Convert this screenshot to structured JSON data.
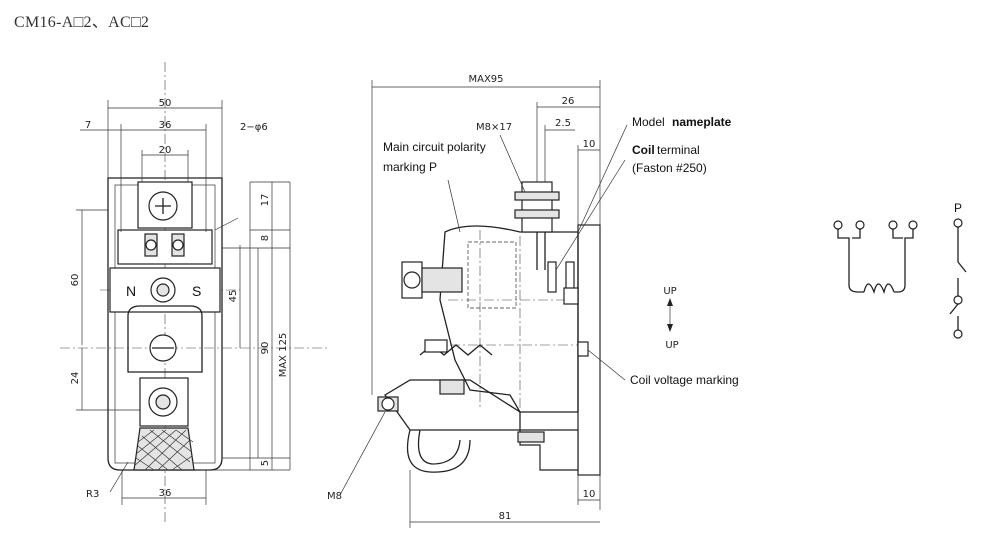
{
  "title": "CM16-A□2、AC□2",
  "front_view": {
    "dim_width_top": "50",
    "dim_inner": "36",
    "dim_offset": "7",
    "dim_center": "20",
    "dim_holes": "2−φ6",
    "dim_height_left": "60",
    "dim_lower_left": "24",
    "dim_17": "17",
    "dim_8": "8",
    "dim_45": "45",
    "dim_90": "90",
    "dim_max125": "MAX 125",
    "dim_5": "5",
    "dim_bottom": "36",
    "dim_r3": "R3",
    "pole_n": "N",
    "pole_s": "S"
  },
  "side_view": {
    "dim_max95": "MAX95",
    "dim_26": "26",
    "dim_m8x17": "M8×17",
    "dim_2_5": "2.5",
    "dim_10_top": "10",
    "dim_m8": "M8",
    "dim_81": "81",
    "dim_10_bottom": "10",
    "label_polarity": "Main circuit polarity",
    "label_polarity_2": "marking  P",
    "label_model_1": "Model",
    "label_model_2": "nameplate",
    "label_coil_1": "Coil",
    "label_coil_2": "terminal",
    "label_faston": "(Faston #250)",
    "label_up_top": "UP",
    "label_up_bottom": "UP",
    "label_coil_voltage": "Coil voltage marking"
  },
  "schematic": {
    "label_p": "P"
  }
}
